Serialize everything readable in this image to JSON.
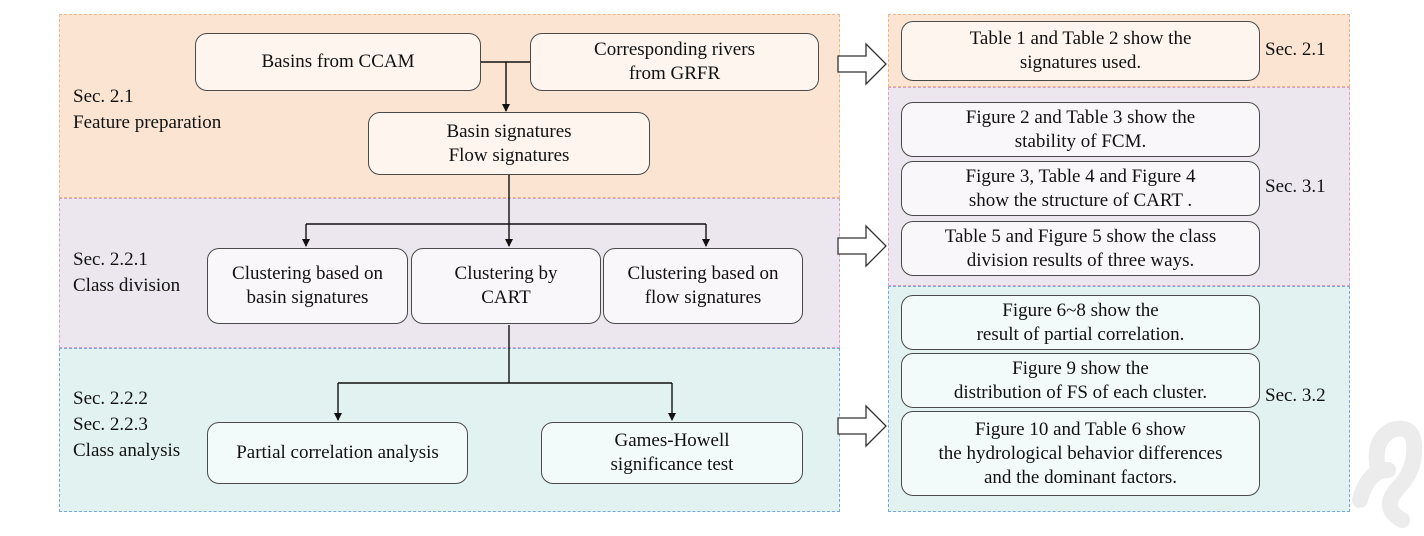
{
  "left": {
    "feature": {
      "section_label": [
        "Sec. 2.1",
        "Feature preparation"
      ],
      "basins_box": [
        "Basins from CCAM"
      ],
      "rivers_box": [
        "Corresponding rivers",
        "from GRFR"
      ],
      "signatures_box": [
        "Basin signatures",
        "Flow signatures"
      ]
    },
    "class_division": {
      "section_label": [
        "Sec. 2.2.1",
        "Class division"
      ],
      "basin_cluster_box": [
        "Clustering based on",
        "basin signatures"
      ],
      "cart_box": [
        "Clustering by",
        "CART"
      ],
      "flow_cluster_box": [
        "Clustering based on",
        "flow signatures"
      ]
    },
    "class_analysis": {
      "section_label": [
        "Sec. 2.2.2",
        "Sec. 2.2.3",
        "Class analysis"
      ],
      "partial_box": [
        "Partial correlation analysis"
      ],
      "games_box": [
        "Games-Howell",
        "significance test"
      ]
    }
  },
  "right": {
    "sec21": {
      "section": "Sec. 2.1",
      "boxes": [
        [
          "Table 1 and Table 2 show the",
          "signatures used."
        ]
      ]
    },
    "sec31": {
      "section": "Sec. 3.1",
      "boxes": [
        [
          "Figure 2 and Table 3 show the",
          "stability of FCM."
        ],
        [
          "Figure 3, Table 4 and Figure 4",
          "show the structure of CART ."
        ],
        [
          "Table 5 and Figure 5 show the class",
          "division results of three ways."
        ]
      ]
    },
    "sec32": {
      "section": "Sec. 3.2",
      "boxes": [
        [
          "Figure 6~8 show the",
          "result of partial correlation."
        ],
        [
          "Figure 9 show the",
          "distribution of FS of each cluster."
        ],
        [
          "Figure 10 and Table 6 show",
          "the hydrological behavior differences",
          "and the dominant factors."
        ]
      ]
    }
  },
  "colors": {
    "orange_band": "#fbe5d2",
    "purple_band": "#ece7ef",
    "teal_band": "#e2f2f1",
    "orange_box": "#fdf5ee",
    "purple_box": "#faf7fb",
    "teal_box": "#f3fbfa"
  }
}
